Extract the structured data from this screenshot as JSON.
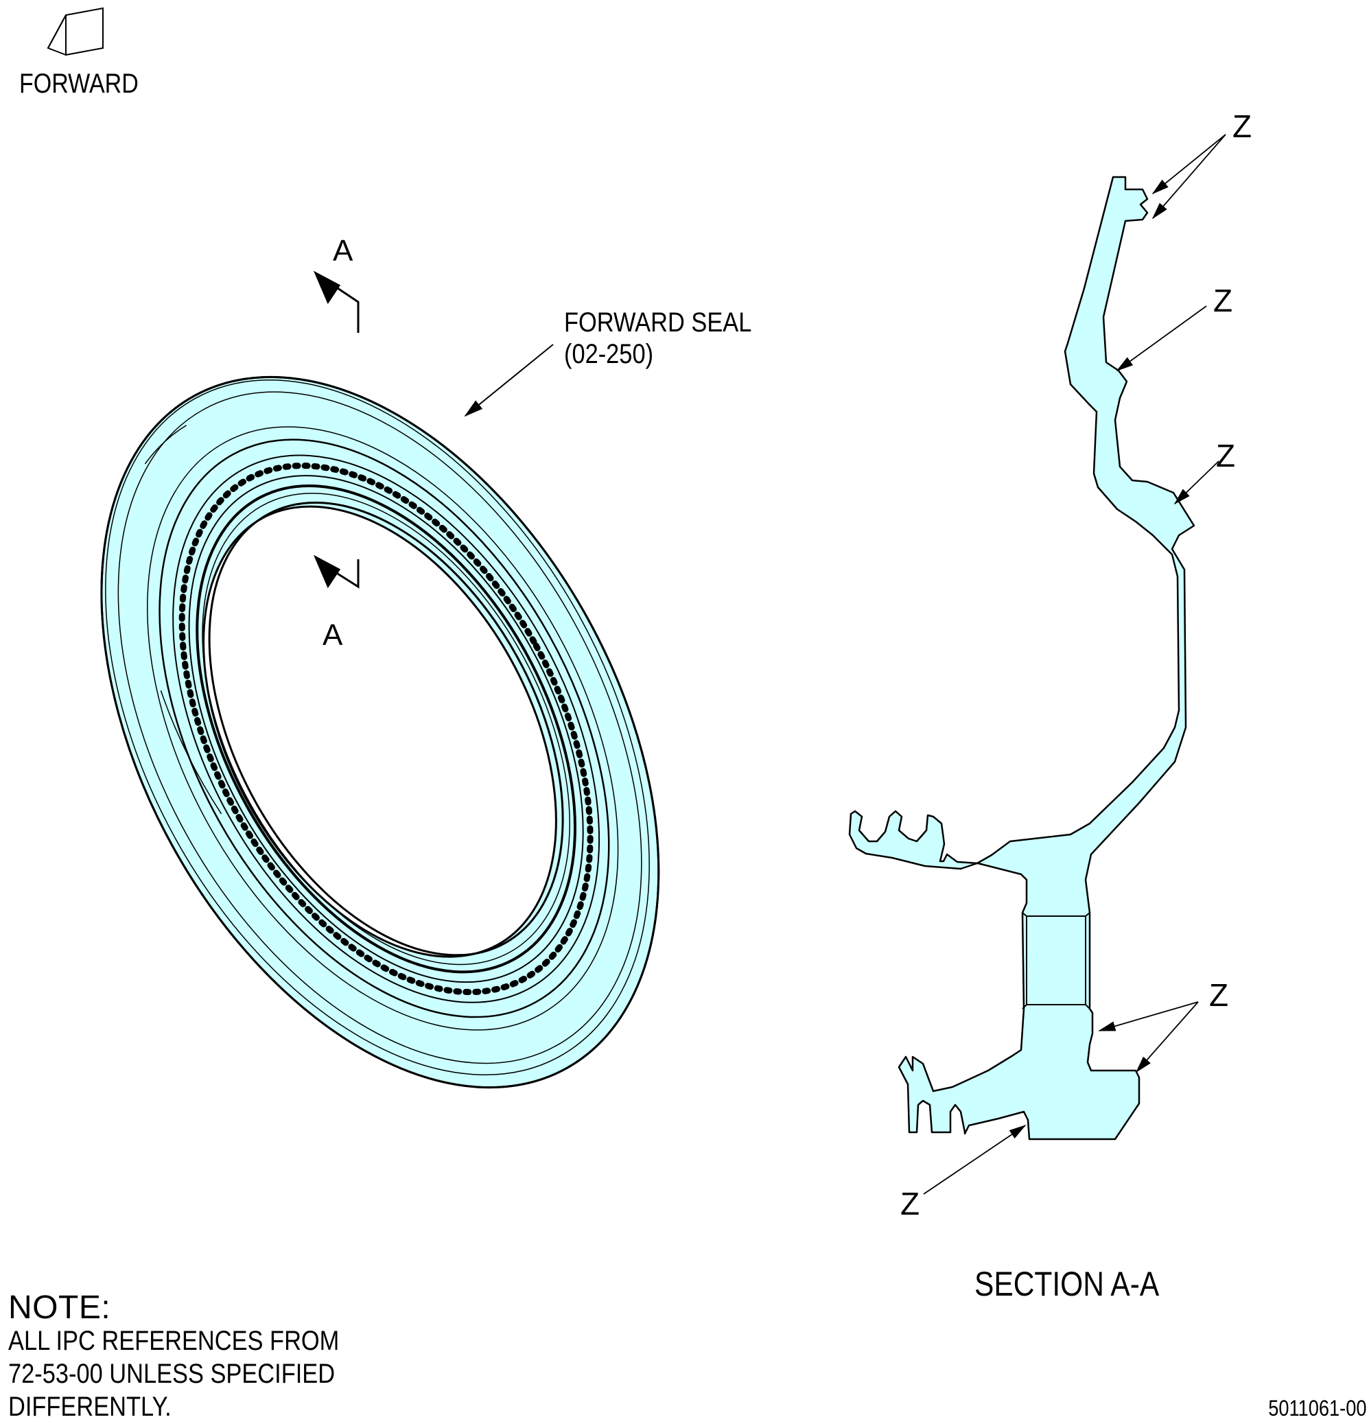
{
  "diagram": {
    "forward_indicator": {
      "label": "FORWARD",
      "icon": "forward-direction-flag-icon"
    },
    "part_callout": {
      "line1": "FORWARD SEAL",
      "line2": "(02-250)"
    },
    "section_markers": {
      "top_label": "A",
      "bottom_label": "A"
    },
    "section_view": {
      "title": "SECTION A-A",
      "zone_labels": [
        "Z",
        "Z",
        "Z",
        "Z",
        "Z"
      ]
    },
    "note": {
      "title": "NOTE:",
      "lines": [
        "ALL IPC REFERENCES FROM",
        "72-53-00 UNLESS SPECIFIED",
        "DIFFERENTLY."
      ]
    },
    "figure_number": "5011061-00",
    "colors": {
      "part_fill": "#ccffff",
      "outline": "#000000"
    }
  }
}
